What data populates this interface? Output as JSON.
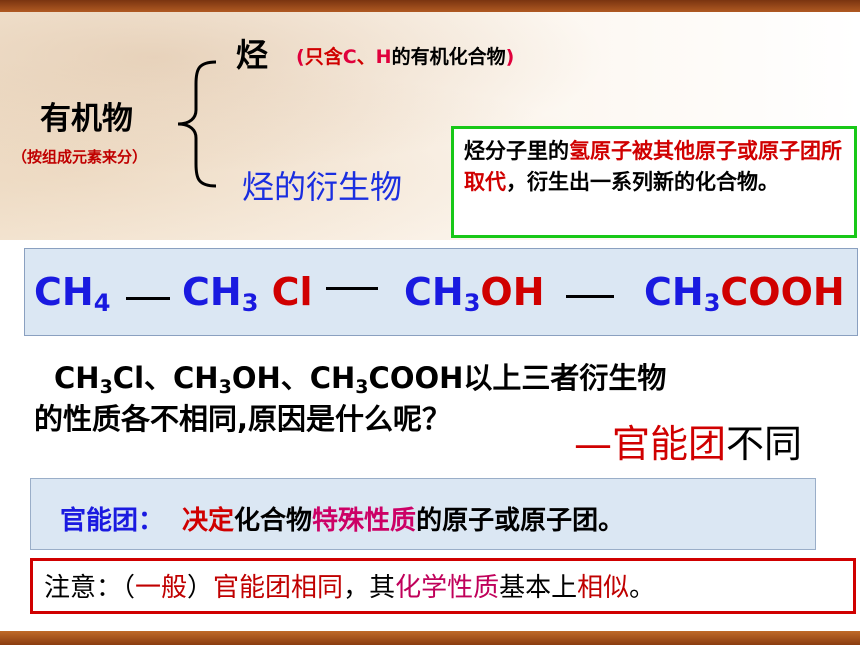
{
  "classification": {
    "root": "有机物",
    "root_note": "（按组成元素来分）",
    "hydrocarbon": "烃",
    "hydrocarbon_note_open": "(",
    "hydrocarbon_note_text_a": "只含",
    "hydrocarbon_note_c": "C",
    "hydrocarbon_note_sep": "、",
    "hydrocarbon_note_h": "H",
    "hydrocarbon_note_text_b": "的有机化合物",
    "hydrocarbon_note_close": ")",
    "derivative": "烃的衍生物"
  },
  "definition": {
    "p1": "烃分子里的",
    "p2": "氢原子",
    "p3": "被其他原子或原子团所取代",
    "p4": "，衍生出一系列新的化合物。"
  },
  "reaction": {
    "f1_main": "CH",
    "f1_sub": "4",
    "f2_main": "CH",
    "f2_sub": "3",
    "f2_group": " Cl",
    "f3_main": "CH",
    "f3_sub": "3",
    "f3_group": "OH",
    "f4_main": "CH",
    "f4_sub": "3",
    "f4_group": "COOH"
  },
  "question": {
    "a": "CH",
    "a_sub": "3",
    "b": "Cl、CH",
    "b_sub": "3",
    "c": "OH、CH",
    "c_sub": "3",
    "d": "COOH以上三者衍生物",
    "line2": "的性质各不相同,原因是什么呢？",
    "answer_a": "—官能团",
    "answer_b": "不同"
  },
  "functional_group": {
    "head": "官能团：",
    "p1": "决定",
    "p2": "化合物",
    "p3": "特殊性质",
    "p4": "的原子或原子团。"
  },
  "note": {
    "p1": "注意：（",
    "p2": "一般",
    "p3": "）",
    "p4": "官能团相同",
    "p5": "，其",
    "p6": "化学性质",
    "p7": "基本上",
    "p8": "相似",
    "p9": "。"
  }
}
